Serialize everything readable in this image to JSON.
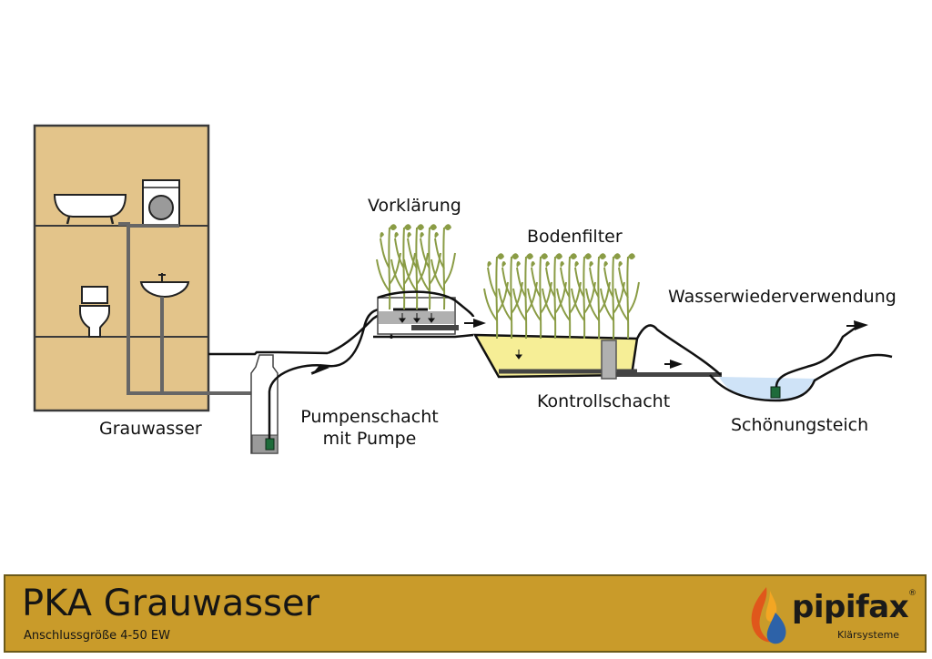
{
  "diagram": {
    "labels": {
      "grauwasser": "Grauwasser",
      "pumpenschacht_line1": "Pumpenschacht",
      "pumpenschacht_line2": "mit Pumpe",
      "vorklaerung": "Vorklärung",
      "bodenfilter": "Bodenfilter",
      "kontrollschacht": "Kontrollschacht",
      "wasserwiederverwendung": "Wasserwiederverwendung",
      "schoenungsteich": "Schönungsteich"
    },
    "colors": {
      "house_fill": "#e3c48a",
      "house_stroke": "#3a3a3a",
      "pipe": "#666666",
      "line": "#111111",
      "filter_fill": "#f6ee96",
      "pond_fill": "#cfe3f7",
      "reed": "#8a9c45",
      "pump": "#1e6b3a",
      "box_gray": "#b0b0b0"
    }
  },
  "footer": {
    "title": "PKA Grauwasser",
    "subtitle": "Anschlussgröße 4-50 EW",
    "background": "#c99b2a",
    "logo": {
      "word": "pipifax",
      "registered": "®",
      "tagline": "Klärsysteme",
      "icon": "flame-drop-icon"
    }
  }
}
